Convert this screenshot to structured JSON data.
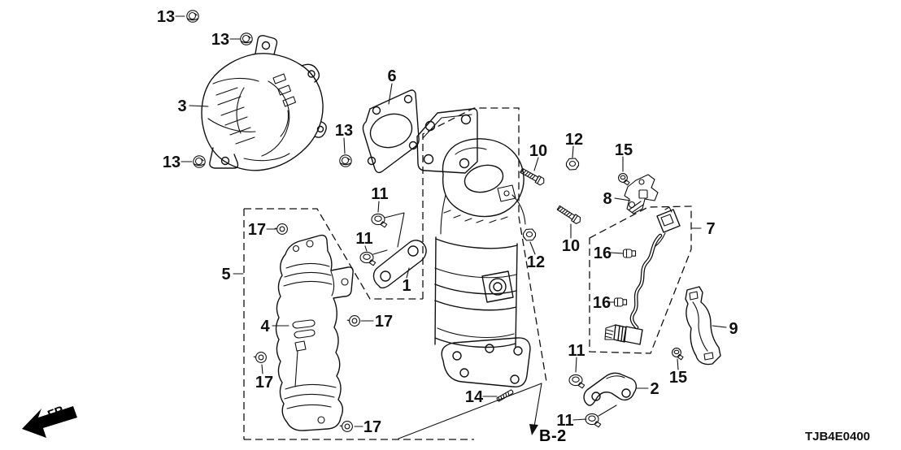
{
  "diagram": {
    "code": "TJB4E0400",
    "front_marker": "FR.",
    "section_ref": "B-2",
    "background_color": "#ffffff",
    "line_color": "#111111",
    "callouts": [
      {
        "text": "13"
      },
      {
        "text": "13"
      },
      {
        "text": "3"
      },
      {
        "text": "13"
      },
      {
        "text": "13"
      },
      {
        "text": "6"
      },
      {
        "text": "11"
      },
      {
        "text": "11"
      },
      {
        "text": "1"
      },
      {
        "text": "5"
      },
      {
        "text": "17"
      },
      {
        "text": "4"
      },
      {
        "text": "17"
      },
      {
        "text": "17"
      },
      {
        "text": "17"
      },
      {
        "text": "10"
      },
      {
        "text": "12"
      },
      {
        "text": "10"
      },
      {
        "text": "12"
      },
      {
        "text": "15"
      },
      {
        "text": "8"
      },
      {
        "text": "7"
      },
      {
        "text": "16"
      },
      {
        "text": "16"
      },
      {
        "text": "9"
      },
      {
        "text": "11"
      },
      {
        "text": "2"
      },
      {
        "text": "15"
      },
      {
        "text": "11"
      },
      {
        "text": "14"
      }
    ]
  }
}
